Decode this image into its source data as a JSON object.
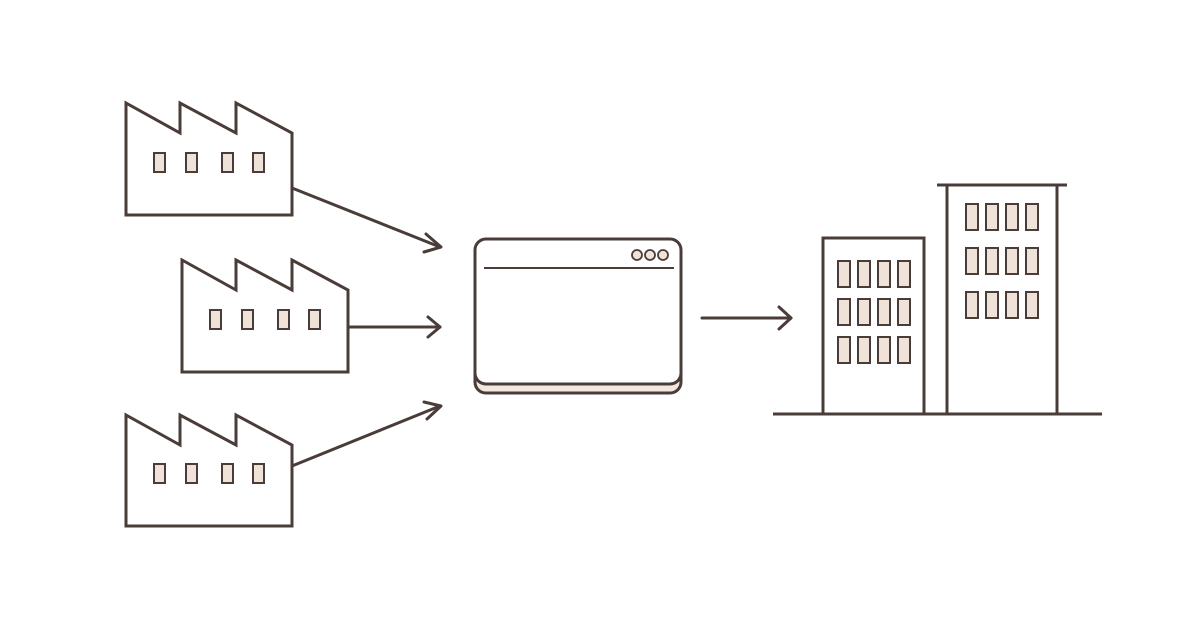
{
  "diagram": {
    "description_flow": [
      "factories",
      "window",
      "buildings"
    ],
    "factories": [
      {
        "id": "factory-1"
      },
      {
        "id": "factory-2"
      },
      {
        "id": "factory-3"
      }
    ],
    "center": {
      "id": "app-window",
      "control_dots": 3
    },
    "destination": {
      "id": "office-buildings",
      "buildings": 2
    }
  },
  "colors": {
    "stroke": "#4a3c38",
    "fill_window_pane": "#efe3d9",
    "fill_base": "#f3e8e1",
    "background": "#ffffff"
  },
  "icons": {
    "source": "factory-icon",
    "center": "browser-window-icon",
    "target": "office-building-icon",
    "connector": "arrow-right-icon"
  }
}
